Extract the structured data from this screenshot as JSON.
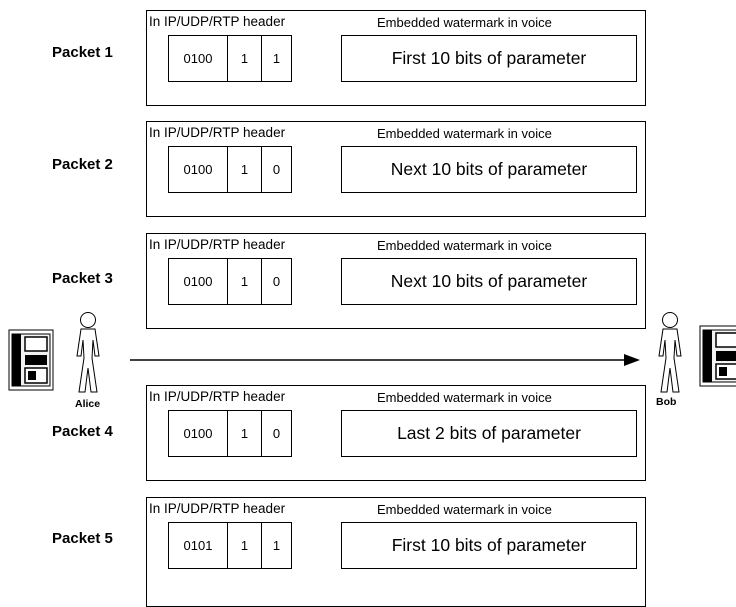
{
  "header_label": "In IP/UDP/RTP header",
  "watermark_label": "Embedded watermark in voice",
  "packets": [
    {
      "label": "Packet 1",
      "f1": "0100",
      "f2": "1",
      "f3": "1",
      "payload": "First 10 bits of parameter"
    },
    {
      "label": "Packet 2",
      "f1": "0100",
      "f2": "1",
      "f3": "0",
      "payload": "Next 10 bits of parameter"
    },
    {
      "label": "Packet 3",
      "f1": "0100",
      "f2": "1",
      "f3": "0",
      "payload": "Next 10 bits of parameter"
    },
    {
      "label": "Packet 4",
      "f1": "0100",
      "f2": "1",
      "f3": "0",
      "payload": "Last 2 bits of parameter"
    },
    {
      "label": "Packet 5",
      "f1": "0101",
      "f2": "1",
      "f3": "1",
      "payload": "First 10 bits of parameter"
    }
  ],
  "sender": "Alice",
  "receiver": "Bob"
}
